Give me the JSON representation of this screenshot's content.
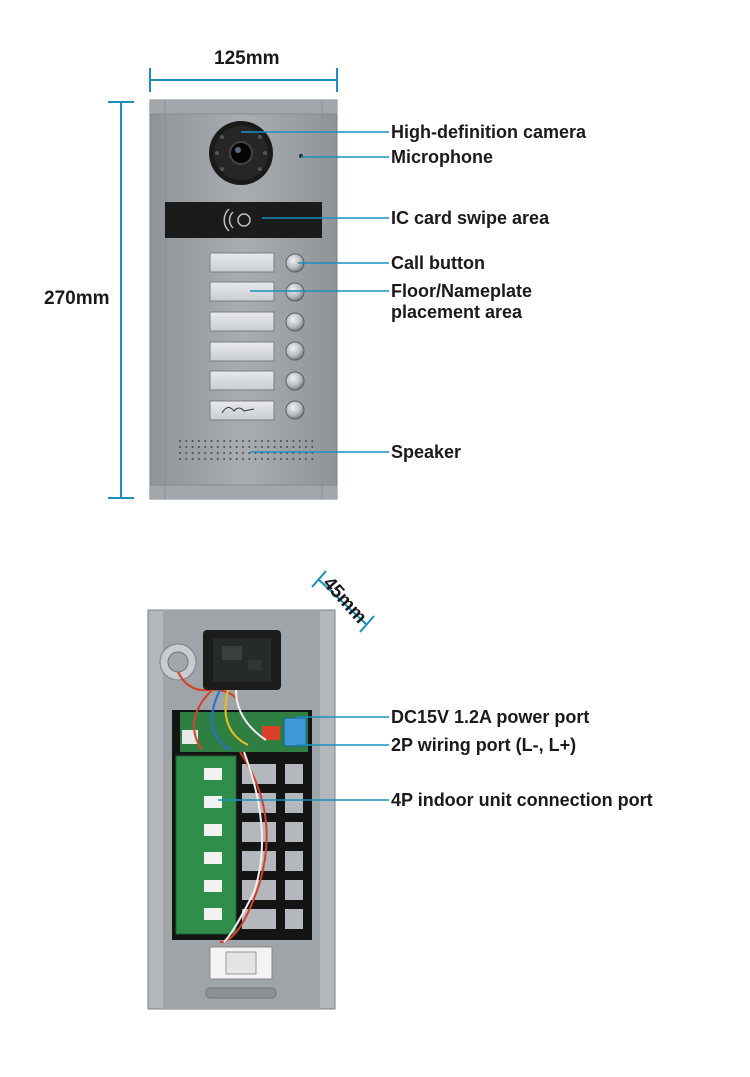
{
  "dimensions": {
    "width": "125mm",
    "height": "270mm",
    "depth": "45mm"
  },
  "front_labels": {
    "camera": "High-definition camera",
    "microphone": "Microphone",
    "ic_card": "IC card swipe area",
    "call_button": "Call button",
    "nameplate_line1": "Floor/Nameplate",
    "nameplate_line2": "placement area",
    "speaker": "Speaker"
  },
  "back_labels": {
    "power_port": "DC15V 1.2A power port",
    "wiring_port": "2P wiring port (L-, L+)",
    "indoor_port": "4P indoor unit connection port"
  },
  "colors": {
    "accent": "#1a8fc0",
    "panel": "#9ea3a8",
    "pcb": "#2f8f4a"
  },
  "icons": {
    "ic_card": "nfc-card-icon",
    "call_button": "round-push-button-icon"
  }
}
